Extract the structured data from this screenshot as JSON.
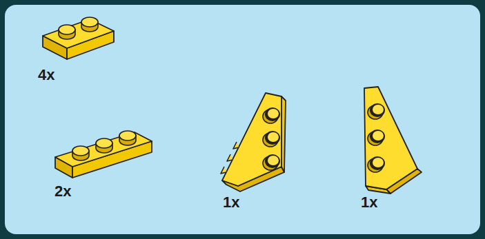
{
  "diagram": {
    "labels": [
      "4x",
      "2x",
      "1x",
      "1x"
    ]
  }
}
